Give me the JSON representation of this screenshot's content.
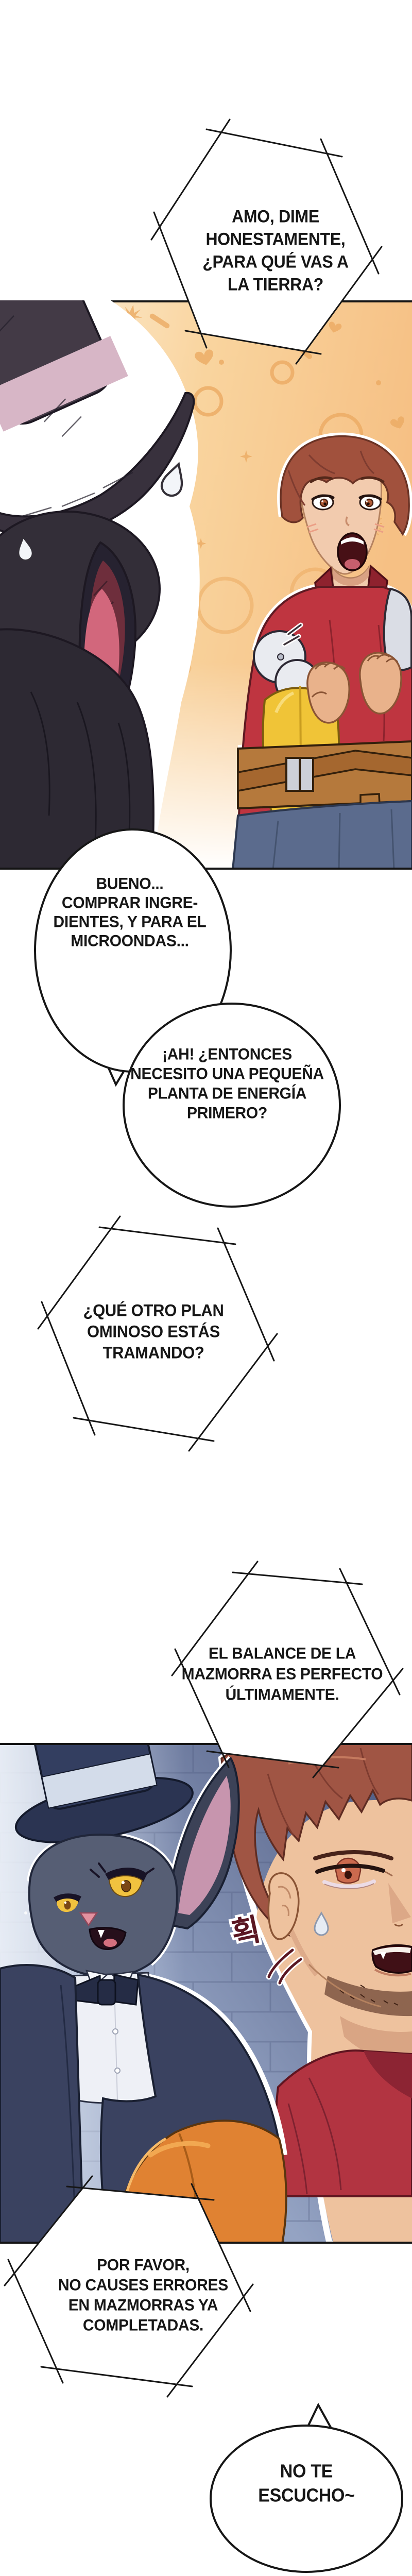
{
  "palette": {
    "ink": "#161616",
    "bubble-fill": "#ffffff",
    "p1-bg-left": "#fdf2df",
    "p1-bg-orange": "#f7c488",
    "p1-doodle": "#ecab63",
    "p1-hat": "#433a46",
    "p1-hat-band": "#d7b6c6",
    "ear-pink": "#d2677c",
    "man-hair": "#a1513d",
    "man-skin": "#f2cbae",
    "jacket-red": "#bf3540",
    "armor-yellow": "#f0c437",
    "belt-brown": "#b5793c",
    "pants-blue": "#5b6b8d",
    "p2-wall": "#94a3c3",
    "p2-hat": "#333e60",
    "rabbit-slate": "#565e74",
    "rabbit-ear-pink": "#c795ae",
    "eye-yellow": "#f1c23f",
    "suit-navy": "#3a4260",
    "shirt-white": "#eef0f6",
    "bowtie": "#252c45",
    "p2-skin": "#eec29e",
    "p2-hair": "#a05544",
    "p2-eye": "#cb6a4e",
    "p2-collar": "#b23441",
    "pauldron-orange": "#e08232",
    "sfx-red": "#5a1722"
  },
  "bubbles": {
    "b1": {
      "shape": "hexagon",
      "lines": [
        "AMO, DIME",
        "HONESTAMENTE,",
        "¿PARA QUÉ VAS A",
        "LA TIERRA?"
      ]
    },
    "b2": {
      "shape": "round",
      "lines": [
        "BUENO...",
        "COMPRAR INGRE-",
        "DIENTES, Y PARA EL",
        "MICROONDAS..."
      ]
    },
    "b3": {
      "shape": "round",
      "lines": [
        "¡AH! ¿ENTONCES",
        "NECESITO UNA PEQUEÑA",
        "PLANTA DE ENERGÍA",
        "PRIMERO?"
      ]
    },
    "b4": {
      "shape": "hexagon",
      "lines": [
        "¿QUÉ OTRO PLAN",
        "OMINOSO ESTÁS",
        "TRAMANDO?"
      ]
    },
    "b5": {
      "shape": "hexagon",
      "lines": [
        "EL BALANCE DE LA",
        "MAZMORRA ES PERFECTO",
        "ÚLTIMAMENTE."
      ]
    },
    "b6": {
      "shape": "hexagon",
      "lines": [
        "POR FAVOR,",
        "NO CAUSES ERRORES",
        "EN MAZMORRAS YA",
        "COMPLETADAS."
      ]
    },
    "b7": {
      "shape": "oval-tail",
      "lines": [
        "NO TE",
        "ESCUCHO~"
      ]
    }
  },
  "sfx": {
    "korean": "획"
  }
}
